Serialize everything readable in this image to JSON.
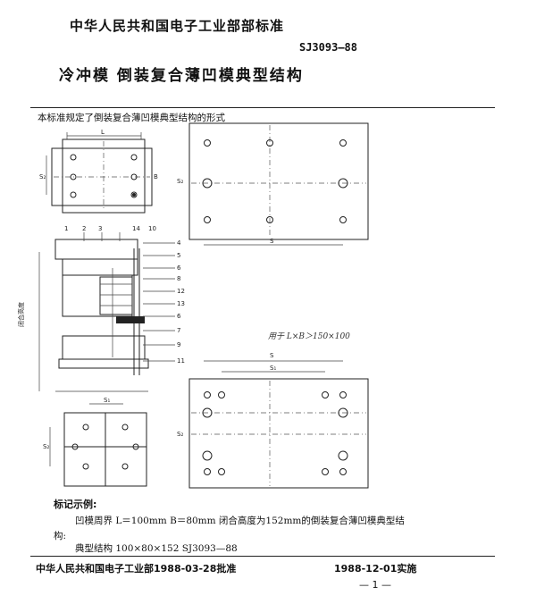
{
  "header": {
    "organization": "中华人民共和国电子工业部部标准",
    "code": "SJ3093—88",
    "title": "冷冲模    倒装复合薄凹模典型结构"
  },
  "intro": "本标准规定了倒装复合薄凹模典型结构的形式",
  "drawing": {
    "dim_L": "L",
    "dim_B": "B",
    "dim_S": "S",
    "dim_S1": "S₁",
    "dim_S2": "S₂",
    "height_label": "闭合高度",
    "part_numbers": [
      "1",
      "2",
      "3",
      "4",
      "5",
      "6",
      "7",
      "8",
      "9",
      "10",
      "11",
      "12",
      "13",
      "14"
    ],
    "note": "用于 L×B＞150×100"
  },
  "example": {
    "label": "标记示例:",
    "line1": "凹模周界  L＝100mm  B＝80mm  闭合高度为152mm的倒装复合薄凹模典型结",
    "line2": "构:",
    "line3": "典型结构  100×80×152  SJ3093—88"
  },
  "footer": {
    "left": "中华人民共和国电子工业部1988-03-28批准",
    "right": "1988-12-01实施",
    "page": "— 1 —"
  }
}
